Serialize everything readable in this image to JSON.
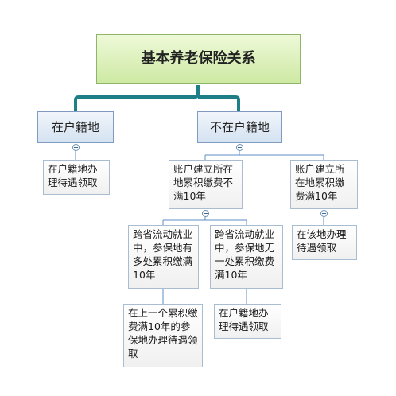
{
  "diagram": {
    "root": {
      "label": "基本养老保险关系"
    },
    "branches": [
      {
        "label": "在户籍地",
        "children": [
          {
            "label": "在户籍地办理待遇领取"
          }
        ]
      },
      {
        "label": "不在户籍地",
        "children": [
          {
            "label": "账户建立所在地累积缴费不满10年",
            "children": [
              {
                "label": "跨省流动就业中，参保地有多处累积缴满10年",
                "children": [
                  {
                    "label": "在上一个累积缴费满10年的参保地办理待遇领取"
                  }
                ]
              },
              {
                "label": "跨省流动就业中，参保地无一处累积缴费满10年",
                "children": [
                  {
                    "label": "在户籍地办理待遇领取"
                  }
                ]
              }
            ]
          },
          {
            "label": "账户建立所在地累积缴费满10年",
            "children": [
              {
                "label": "在该地办理待遇领取"
              }
            ]
          }
        ]
      }
    ],
    "colors": {
      "root_fill": "#cde9a3",
      "branch_fill": "#d4e2f1",
      "main_connector": "#1e7f86",
      "connector": "#5b8cc4"
    }
  }
}
